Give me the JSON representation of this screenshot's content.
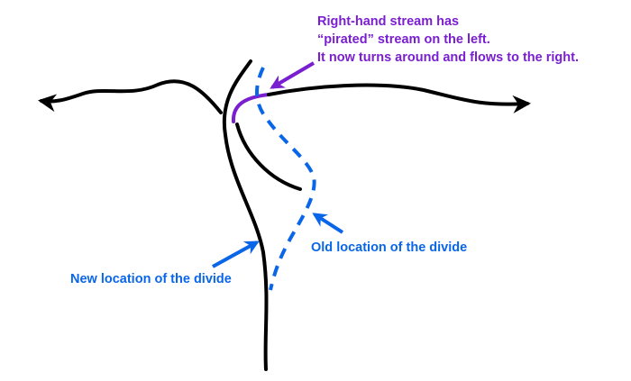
{
  "colors": {
    "stream": "#000000",
    "pirated": "#7a1fd0",
    "divide": "#0a66e8"
  },
  "annotation": {
    "lines": [
      "Right-hand stream has",
      "“pirated” stream on the left.",
      "It now turns around and flows to the right."
    ]
  },
  "old_divide_label": "Old location of the divide",
  "new_divide_label": "New location of the divide"
}
